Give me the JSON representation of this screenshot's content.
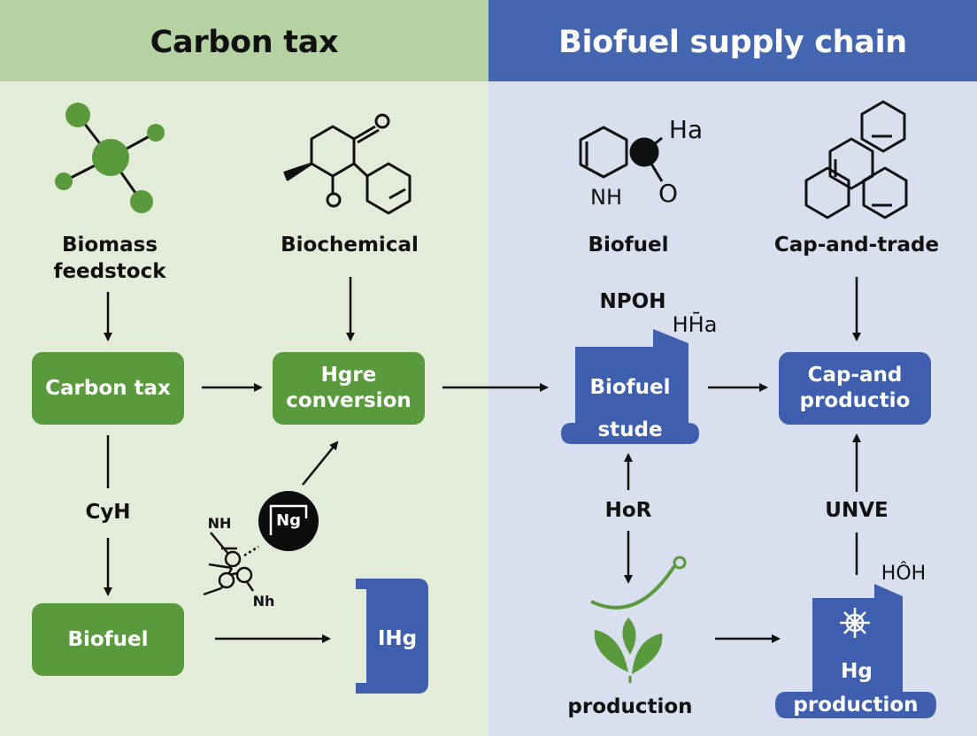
{
  "headers": {
    "left": "Carbon tax",
    "right": "Biofuel supply chain"
  },
  "left": {
    "label_biomass": "Biomass\nfeedstock",
    "label_biochemical": "Biochemical",
    "box_carbon_tax": "Carbon tax",
    "box_hgre": "Hgre\nconversion",
    "label_cyh": "CyH",
    "box_biofuel": "Biofuel",
    "box_ihg": "IHg",
    "mol_nh_top": "NH",
    "mol_nh_bottom": "Nh",
    "badge": "Ng",
    "mol_o_top": "O",
    "mol_o_bottom": "O"
  },
  "right": {
    "label_biofuel": "Biofuel",
    "label_cap_trade": "Cap-and-trade",
    "label_npoh": "NPOH",
    "label_hha": "HH̄a",
    "box_biofuel_stude": {
      "line1": "Biofuel",
      "line2": "stude"
    },
    "box_cap_and": "Cap-and\nproductio",
    "label_hor": "HoR",
    "label_unve": "UNVE",
    "label_production": "production",
    "label_hoh": "HÔH",
    "box_hg_production": {
      "line1": "Hg",
      "line2": "production"
    },
    "mol_ha": "Ha",
    "mol_nh": "NH",
    "mol_o": "O"
  },
  "colors": {
    "green": "#5a9a3c",
    "blue": "#3f5fae",
    "header_green": "#b5d3a2",
    "header_blue": "#4466b0"
  }
}
